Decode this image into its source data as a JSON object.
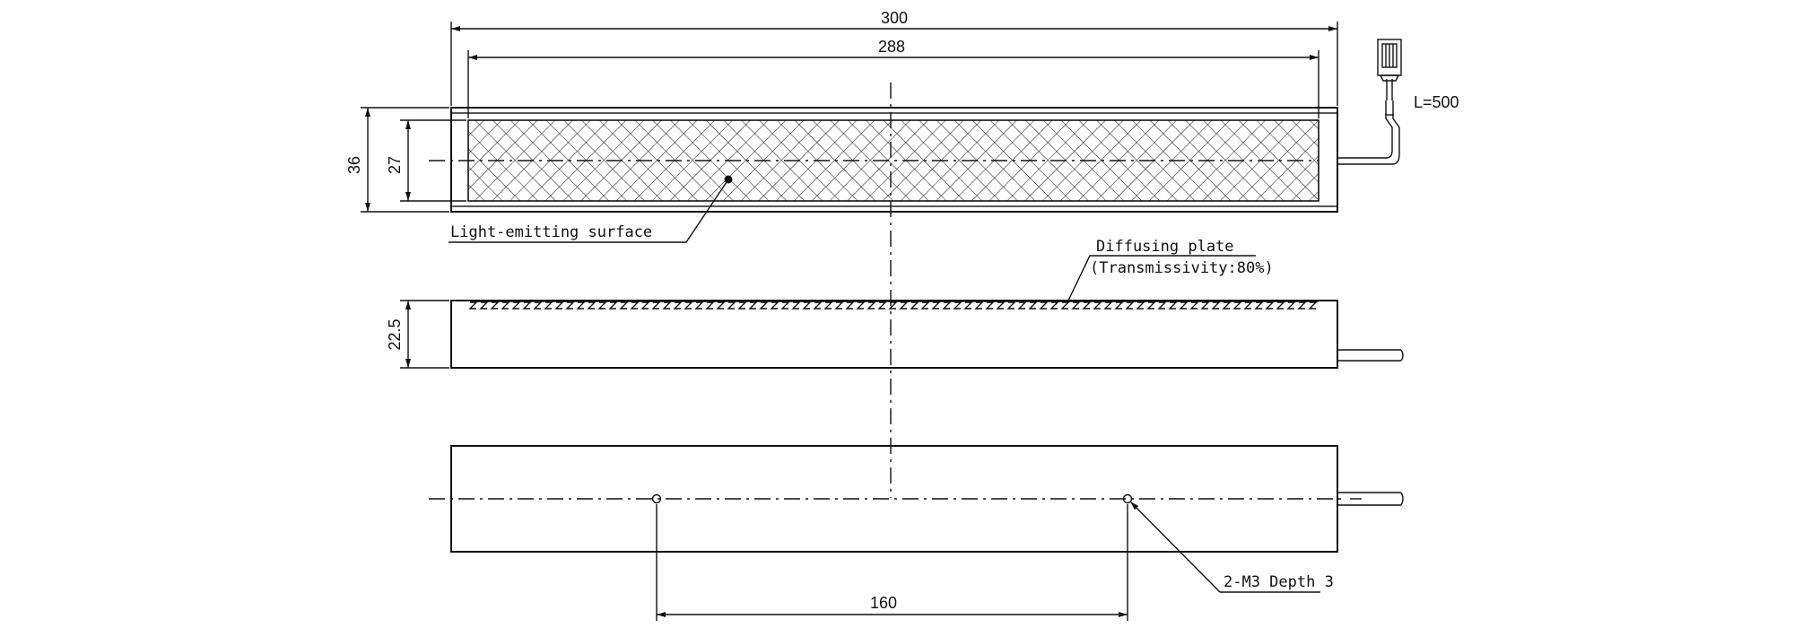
{
  "dimensions": {
    "overall_length": "300",
    "surface_length": "288",
    "overall_width": "36",
    "surface_width": "27",
    "height": "22.5",
    "hole_spacing": "160",
    "cable_length": "L=500"
  },
  "notes": {
    "light_surface": "Light-emitting surface",
    "diffuser_line1": "Diffusing plate",
    "diffuser_line2": "(Transmissivity:80%)",
    "mounting_holes": "2-M3 Depth 3"
  }
}
